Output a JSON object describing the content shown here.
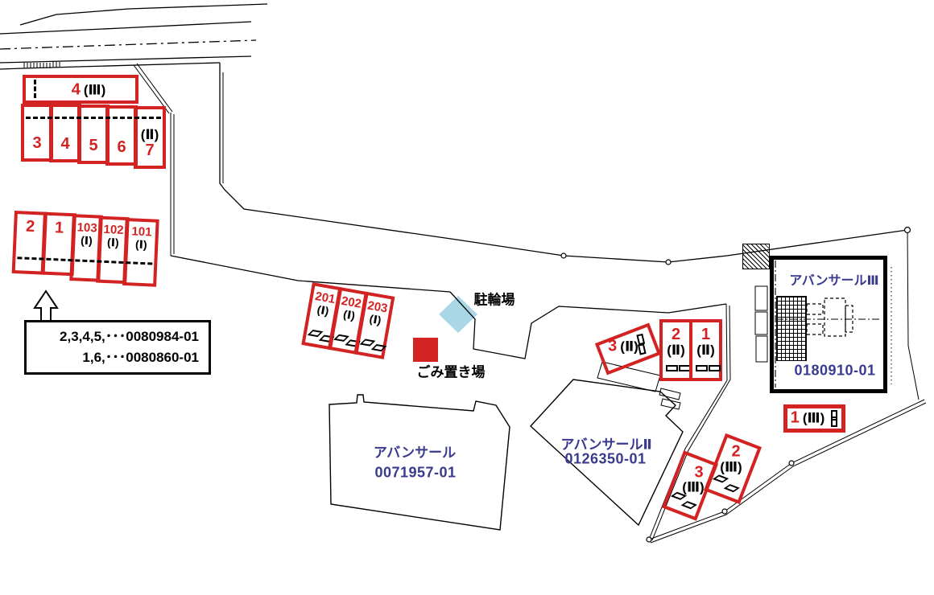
{
  "parking": {
    "g1": {
      "wide": {
        "num": "4",
        "type": "(Ⅲ)"
      },
      "row": [
        "3",
        "4",
        "5",
        "6",
        "7"
      ],
      "row_type": "(Ⅱ)"
    },
    "g2": {
      "cells": [
        {
          "num": "2",
          "type": ""
        },
        {
          "num": "1",
          "type": ""
        },
        {
          "num": "103",
          "type": "(Ⅰ)"
        },
        {
          "num": "102",
          "type": "(Ⅰ)"
        },
        {
          "num": "101",
          "type": "(Ⅰ)"
        }
      ]
    },
    "g3": {
      "cells": [
        {
          "num": "201",
          "type": "(Ⅰ)"
        },
        {
          "num": "202",
          "type": "(Ⅰ)"
        },
        {
          "num": "203",
          "type": "(Ⅰ)"
        }
      ]
    },
    "east": {
      "tilted": {
        "num": "3",
        "type": "(Ⅱ)"
      },
      "cells": [
        {
          "num": "2",
          "type": "(Ⅱ)"
        },
        {
          "num": "1",
          "type": "(Ⅱ)"
        }
      ]
    },
    "south": {
      "horizontal": {
        "num": "1",
        "type": "(Ⅲ)"
      },
      "tilted2": {
        "num": "2",
        "type": "(Ⅲ)"
      },
      "tilted3": {
        "num": "3",
        "type": "(Ⅲ)"
      }
    }
  },
  "buildings": {
    "b1": {
      "name": "アバンサール",
      "code": "0071957-01"
    },
    "b2": {
      "name": "アバンサールⅡ",
      "code": "0126350-01"
    },
    "b3": {
      "name": "アバンサールⅢ",
      "code": "0180910-01"
    }
  },
  "labels": {
    "bicycle_parking": "駐輪場",
    "garbage_area": "ごみ置き場"
  },
  "legend": {
    "line1": "2,3,4,5,･･･0080984-01",
    "line2": "1,6,･･･0080860-01"
  },
  "colors": {
    "red": "#d32222",
    "navy": "#3a3a8e",
    "light_blue": "#a9d7e6"
  }
}
